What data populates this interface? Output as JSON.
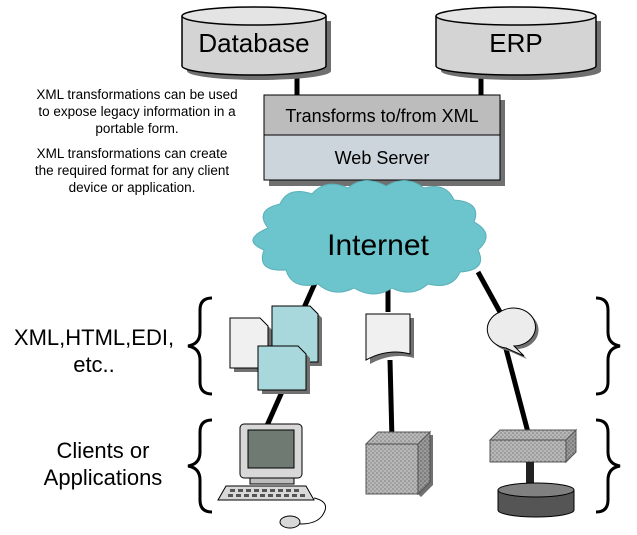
{
  "systems": {
    "database": "Database",
    "erp": "ERP"
  },
  "server": {
    "transforms": "Transforms to/from XML",
    "web_server": "Web Server"
  },
  "notes": {
    "note1": [
      "XML transformations can be used",
      "to expose legacy information in a",
      "portable form."
    ],
    "note2": [
      "XML transformations can create",
      "the required format for any client",
      "device or application."
    ]
  },
  "network": {
    "internet": "Internet"
  },
  "rows": {
    "formats": [
      "XML,HTML,EDI,",
      "etc.."
    ],
    "clients": [
      "Clients or",
      "Applications"
    ]
  },
  "colors": {
    "cylinder_fill": "#d4d4d4",
    "server_top": "#bcbcbc",
    "server_bottom": "#ccd4dc",
    "cloud": "#6cc4cc",
    "doc_blue": "#a8d8dc",
    "doc_white": "#f0f0f0"
  }
}
